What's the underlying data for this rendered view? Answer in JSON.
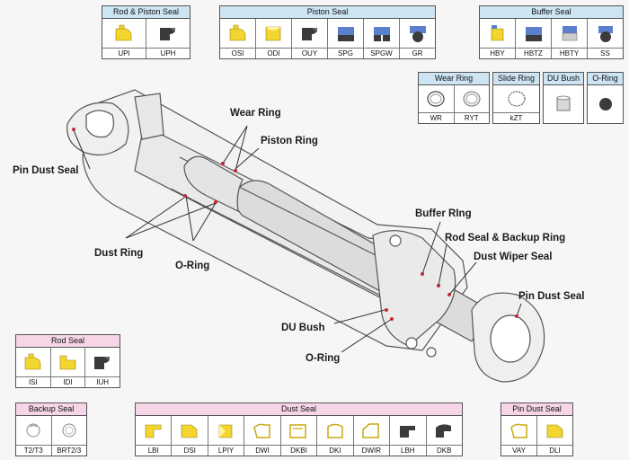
{
  "groups": {
    "rod_piston": {
      "title": "Rod & Piston Seal",
      "items": [
        "UPI",
        "UPH"
      ]
    },
    "piston": {
      "title": "Piston Seal",
      "items": [
        "OSI",
        "ODI",
        "OUY",
        "SPG",
        "SPGW",
        "GR"
      ]
    },
    "buffer": {
      "title": "Buffer Seal",
      "items": [
        "HBY",
        "HBTZ",
        "HBTY",
        "SS"
      ]
    },
    "wear_ring": {
      "title": "Wear Ring",
      "items": [
        "WR",
        "RYT"
      ]
    },
    "slide_ring": {
      "title": "Slide Ring",
      "items": [
        "kZT"
      ]
    },
    "du_bush": {
      "title": "DU Bush",
      "items": [
        ""
      ]
    },
    "o_ring": {
      "title": "O-Ring",
      "items": [
        ""
      ]
    },
    "rod": {
      "title": "Rod Seal",
      "items": [
        "ISI",
        "IDI",
        "IUH"
      ]
    },
    "backup": {
      "title": "Backup Seal",
      "items": [
        "T2/T3",
        "BRT2/3"
      ]
    },
    "dust": {
      "title": "Dust Seal",
      "items": [
        "LBI",
        "DSI",
        "LPIY",
        "DWI",
        "DKBI",
        "DKI",
        "DWIR",
        "LBH",
        "DKB"
      ]
    },
    "pin_dust": {
      "title": "Pin Dust Seal",
      "items": [
        "VAY",
        "DLI"
      ]
    }
  },
  "callouts": {
    "wear_ring": "Wear Ring",
    "piston_ring": "Piston Ring",
    "pin_dust_seal_left": "Pin Dust Seal",
    "dust_ring": "Dust Ring",
    "o_ring_left": "O-Ring",
    "buffer_ring": "Buffer RIng",
    "rod_seal_backup": "Rod Seal & Backup Ring",
    "dust_wiper": "Dust Wiper Seal",
    "pin_dust_seal_right": "Pin Dust Seal",
    "du_bush": "DU Bush",
    "o_ring_bottom": "O-Ring"
  },
  "colors": {
    "seal_yellow": "#f2d52e",
    "seal_dark": "#3b3b3b",
    "seal_blue": "#5b7fcc",
    "header_blue": "#cde4f3",
    "header_pink": "#f5d5e6",
    "marker_red": "#d7263d"
  }
}
